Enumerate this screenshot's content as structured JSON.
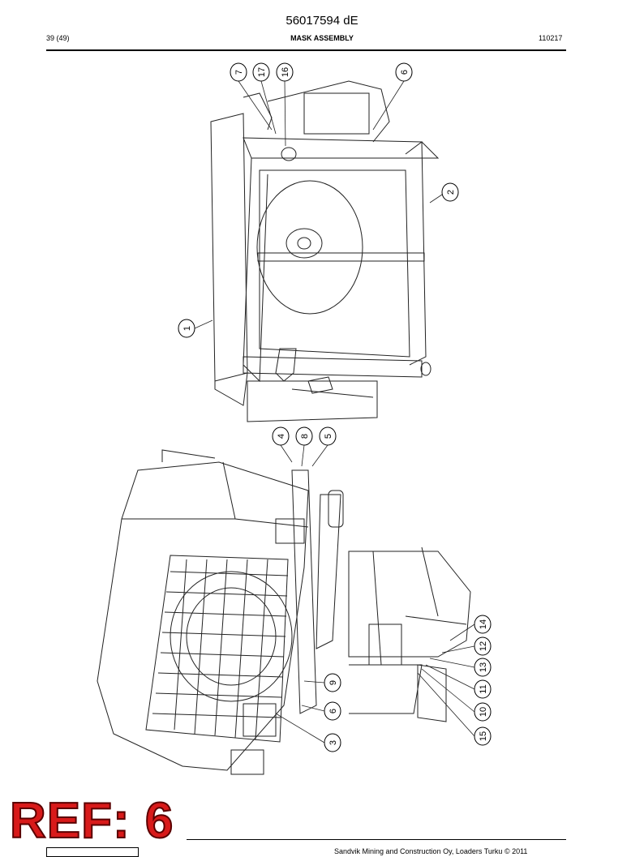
{
  "header": {
    "document_number": "56017594 dE",
    "page_index": "39 (49)",
    "title": "MASK ASSEMBLY",
    "date_code": "110217"
  },
  "drawing": {
    "callouts": [
      "7",
      "17",
      "16",
      "6",
      "2",
      "1",
      "4",
      "8",
      "5",
      "9",
      "6",
      "3",
      "14",
      "12",
      "13",
      "11",
      "10",
      "15"
    ]
  },
  "stamp": {
    "text": "REF: 6",
    "color": "#d81a1a"
  },
  "footer": {
    "copyright": "Sandvik Mining and Construction Oy, Loaders Turku © 2011"
  }
}
